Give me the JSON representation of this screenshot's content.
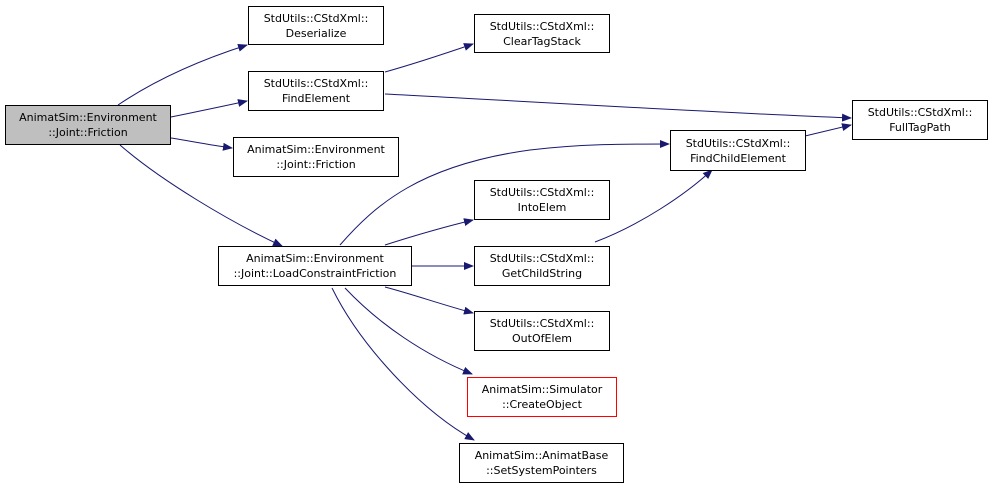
{
  "colors": {
    "edge": "#191970",
    "root_fill": "#bfbfbf",
    "node_border": "#000000",
    "highlight_border": "#ff0000"
  },
  "nodes": {
    "friction_root": {
      "line1": "AnimatSim::Environment",
      "line2": "::Joint::Friction"
    },
    "deserialize": {
      "line1": "StdUtils::CStdXml::",
      "line2": "Deserialize"
    },
    "clear_tag_stack": {
      "line1": "StdUtils::CStdXml::",
      "line2": "ClearTagStack"
    },
    "find_element": {
      "line1": "StdUtils::CStdXml::",
      "line2": "FindElement"
    },
    "full_tag_path": {
      "line1": "StdUtils::CStdXml::",
      "line2": "FullTagPath"
    },
    "friction_ctor": {
      "line1": "AnimatSim::Environment",
      "line2": "::Joint::Friction"
    },
    "find_child_element": {
      "line1": "StdUtils::CStdXml::",
      "line2": "FindChildElement"
    },
    "into_elem": {
      "line1": "StdUtils::CStdXml::",
      "line2": "IntoElem"
    },
    "load_constraint": {
      "line1": "AnimatSim::Environment",
      "line2": "::Joint::LoadConstraintFriction"
    },
    "get_child_string": {
      "line1": "StdUtils::CStdXml::",
      "line2": "GetChildString"
    },
    "out_of_elem": {
      "line1": "StdUtils::CStdXml::",
      "line2": "OutOfElem"
    },
    "create_object": {
      "line1": "AnimatSim::Simulator",
      "line2": "::CreateObject"
    },
    "set_system_pointers": {
      "line1": "AnimatSim::AnimatBase",
      "line2": "::SetSystemPointers"
    }
  }
}
